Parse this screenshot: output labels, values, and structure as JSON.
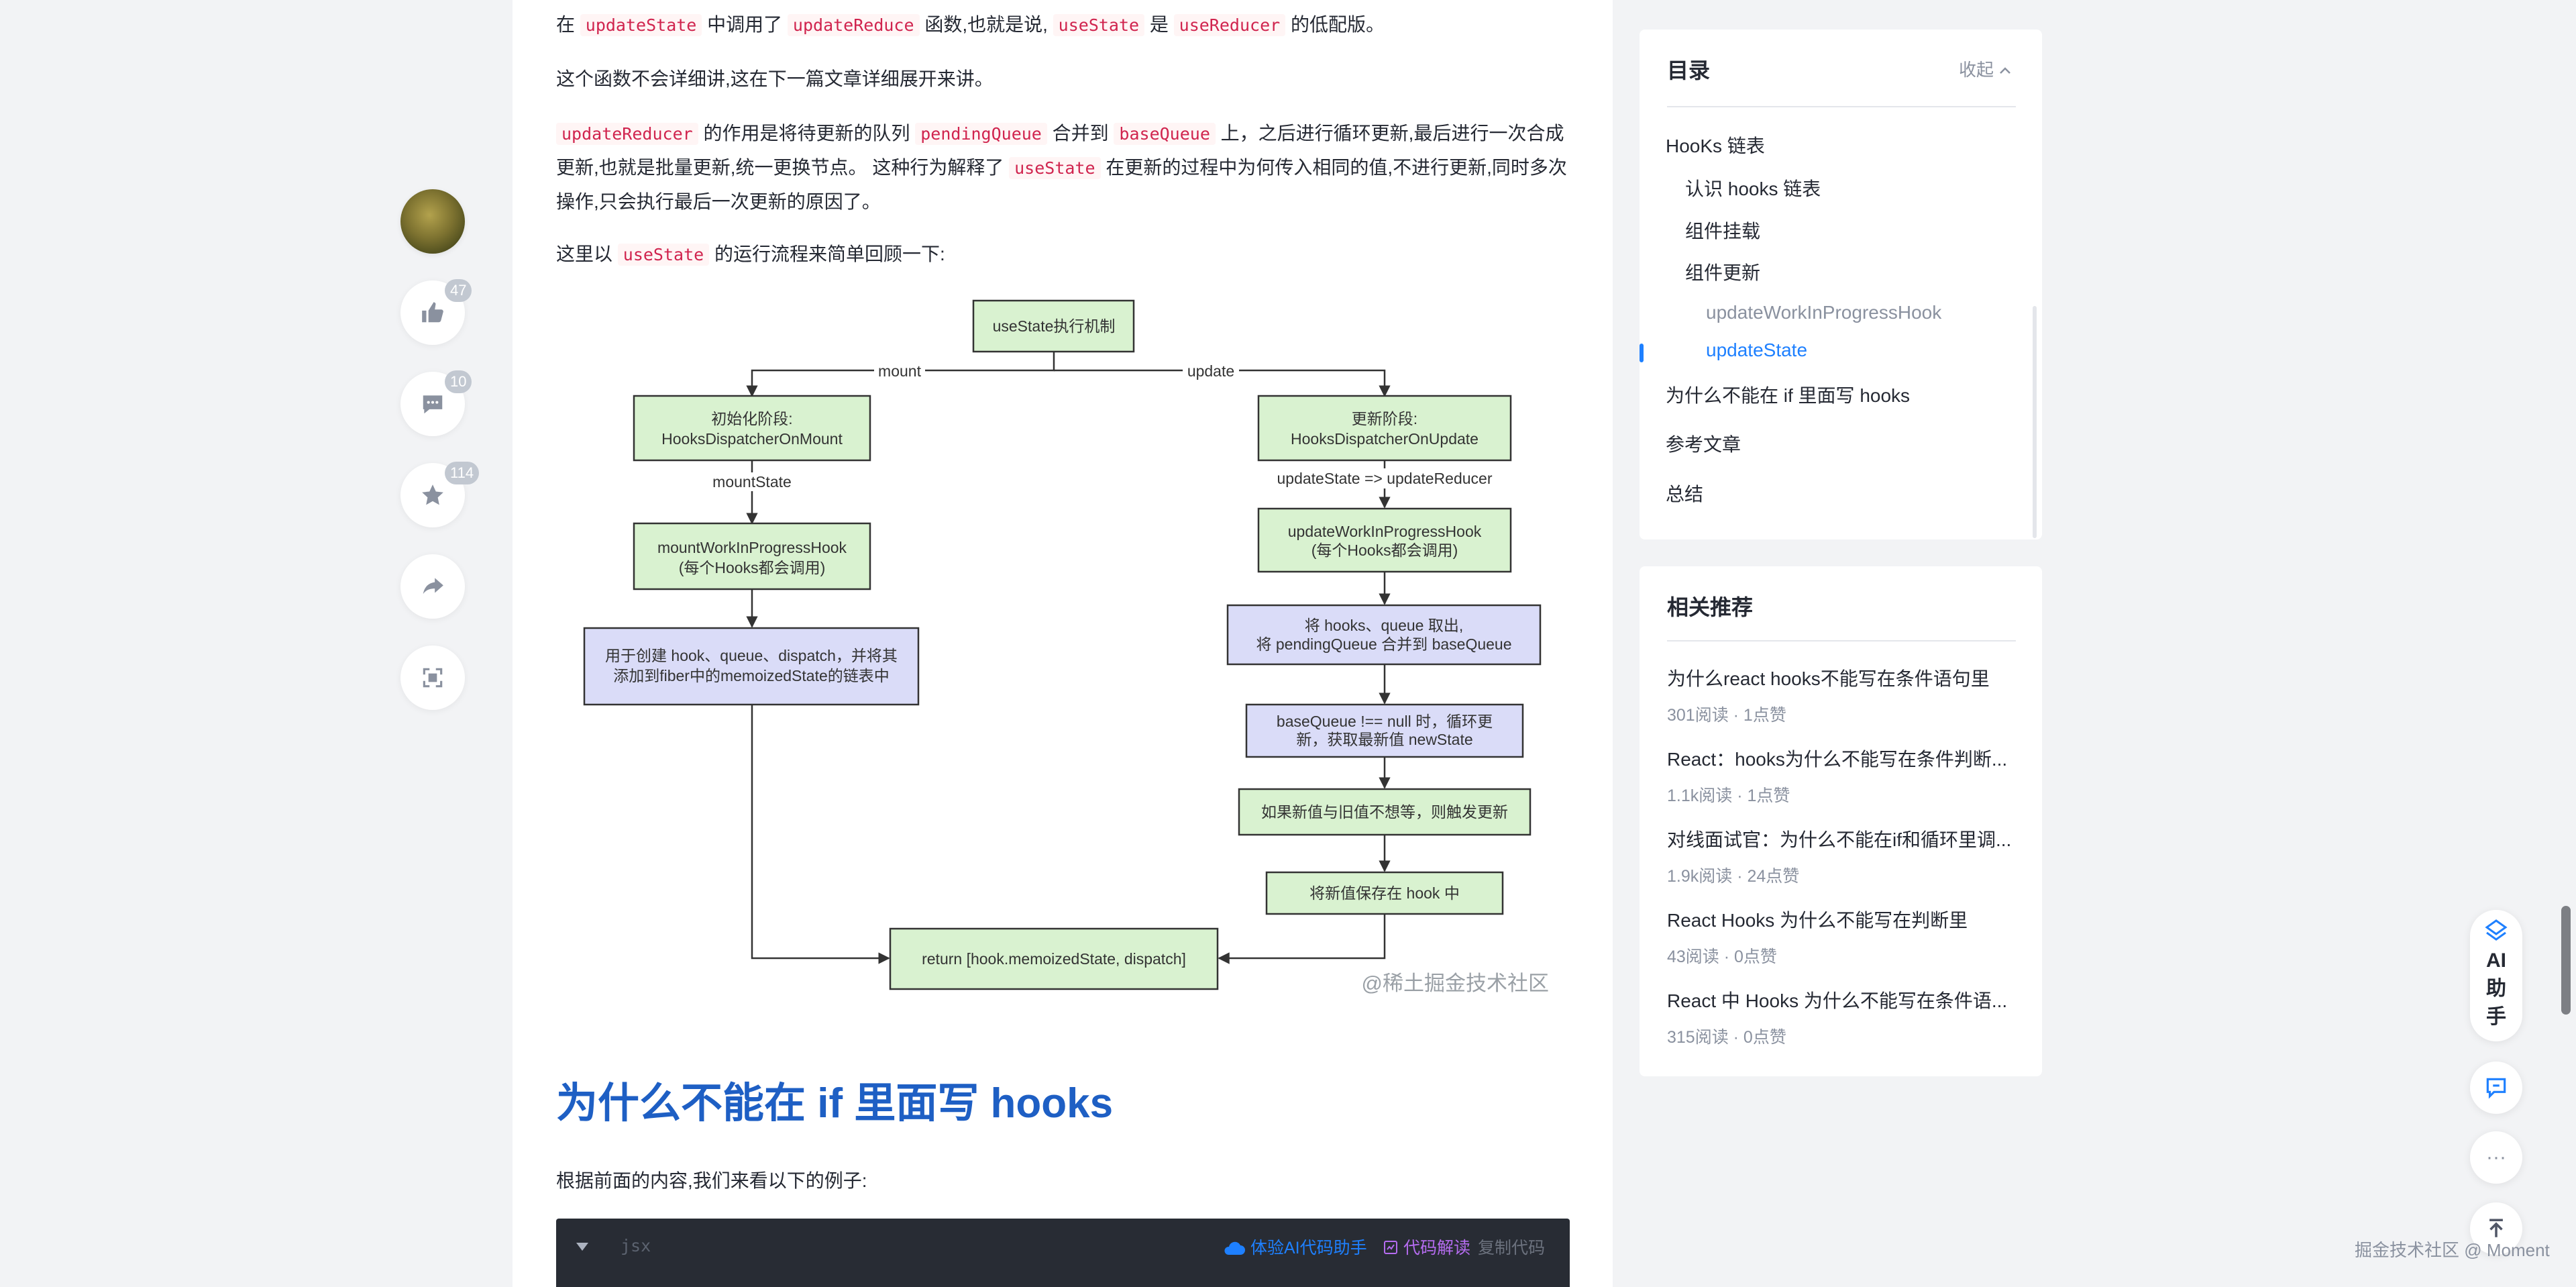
{
  "rail": {
    "likes": "47",
    "comments": "10",
    "favorites": "114"
  },
  "article": {
    "p1": {
      "t1": "在 ",
      "c1": "updateState",
      "t2": " 中调用了 ",
      "c2": "updateReduce",
      "t3": " 函数,也就是说, ",
      "c3": "useState",
      "t4": " 是 ",
      "c4": "useReducer",
      "t5": " 的低配版。"
    },
    "p2": "这个函数不会详细讲,这在下一篇文章详细展开来讲。",
    "p3": {
      "c1": "updateReducer",
      "t1": " 的作用是将待更新的队列 ",
      "c2": "pendingQueue",
      "t2": " 合并到 ",
      "c3": "baseQueue",
      "t3": " 上，之后进行循环更新,最后进行一次合成更新,也就是批量更新,统一更换节点。 这种行为解释了 ",
      "c4": "useState",
      "t4": " 在更新的过程中为何传入相同的值,不进行更新,同时多次操作,只会执行最后一次更新的原因了。"
    },
    "p4": {
      "t1": "这里以 ",
      "c1": "useState",
      "t2": " 的运行流程来简单回顾一下:"
    },
    "heading": "为什么不能在 if 里面写 hooks",
    "p5": "根据前面的内容,我们来看以下的例子:",
    "code": {
      "lang": "jsx",
      "ai_helper": "体验AI代码助手",
      "explain": "代码解读",
      "copy": "复制代码"
    }
  },
  "flowchart": {
    "root": "useState执行机制",
    "edge_mount": "mount",
    "edge_update": "update",
    "mount_phase_1": "初始化阶段:",
    "mount_phase_2": "HooksDispatcherOnMount",
    "edge_mountstate": "mountState",
    "mount_wip_1": "mountWorkInProgressHook",
    "mount_wip_2": "(每个Hooks都会调用)",
    "mount_create_1": "用于创建 hook、queue、dispatch，并将其",
    "mount_create_2": "添加到fiber中的memoizedState的链表中",
    "update_phase_1": "更新阶段:",
    "update_phase_2": "HooksDispatcherOnUpdate",
    "edge_updatestate": "updateState => updateReducer",
    "update_wip_1": "updateWorkInProgressHook",
    "update_wip_2": "(每个Hooks都会调用)",
    "merge_1": "将 hooks、queue 取出,",
    "merge_2": "将 pendingQueue 合并到 baseQueue",
    "loop_1": "baseQueue !== null 时，循环更",
    "loop_2": "新，获取最新值 newState",
    "compare": "如果新值与旧值不想等，则触发更新",
    "save": "将新值保存在 hook 中",
    "return": "return [hook.memoizedState, dispatch]",
    "watermark": "@稀土掘金技术社区"
  },
  "toc": {
    "title": "目录",
    "collapse": "收起",
    "items": [
      "HooKs 链表",
      "认识 hooks 链表",
      "组件挂载",
      "组件更新",
      "updateWorkInProgressHook",
      "updateState",
      "为什么不能在 if 里面写 hooks",
      "参考文章",
      "总结"
    ]
  },
  "recommend": {
    "title": "相关推荐",
    "items": [
      {
        "title": "为什么react hooks不能写在条件语句里",
        "meta": "301阅读 · 1点赞"
      },
      {
        "title": "React：hooks为什么不能写在条件判断...",
        "meta": "1.1k阅读 · 1点赞"
      },
      {
        "title": "对线面试官：为什么不能在if和循环里调...",
        "meta": "1.9k阅读 · 24点赞"
      },
      {
        "title": "React Hooks 为什么不能写在判断里",
        "meta": "43阅读 · 0点赞"
      },
      {
        "title": "React 中 Hooks 为什么不能写在条件语...",
        "meta": "315阅读 · 0点赞"
      }
    ]
  },
  "float": {
    "ai_1": "AI",
    "ai_2": "助",
    "ai_3": "手",
    "more": "···"
  },
  "footer_watermark": "掘金技术社区 @ Moment",
  "colors": {
    "accent": "#1e80ff",
    "heading": "#1e5fc4",
    "code_inline": "#d0244e"
  }
}
